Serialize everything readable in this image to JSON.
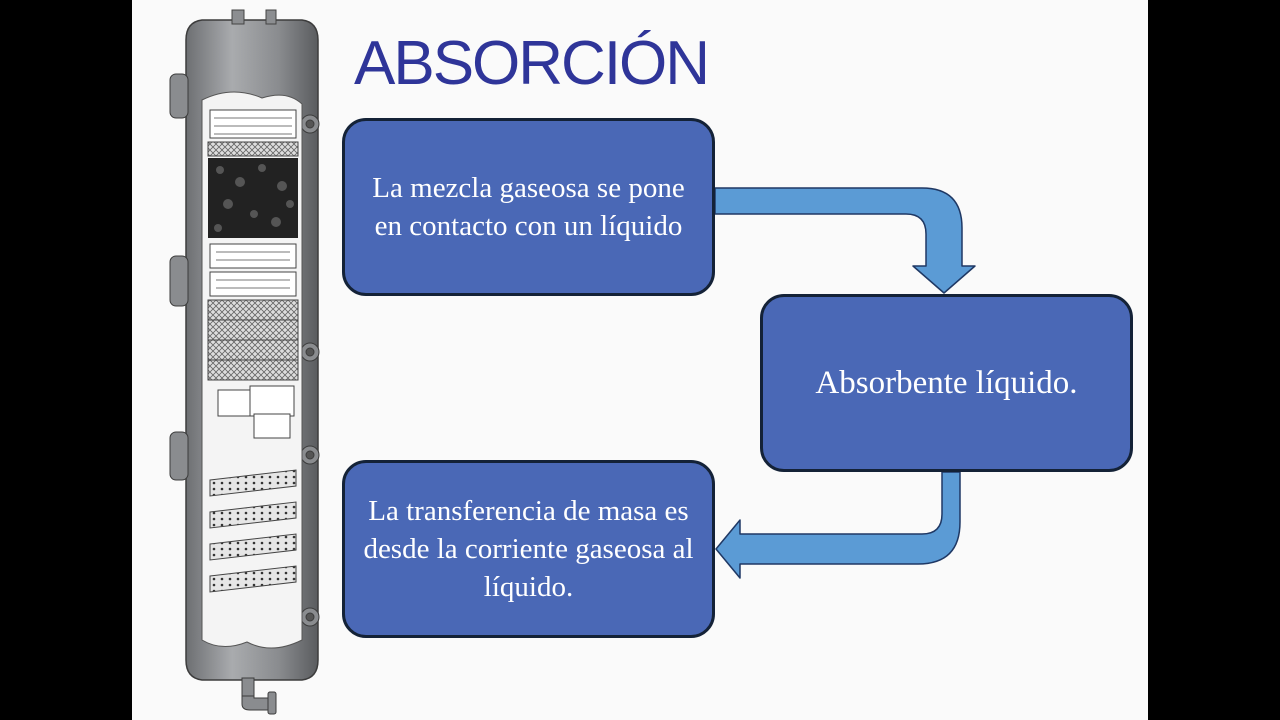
{
  "slide": {
    "title": "ABSORCIÓN",
    "boxes": {
      "gas_mixture": "La mezcla gaseosa se pone en contacto con un líquido",
      "absorbent": "Absorbente líquido.",
      "mass_transfer": "La transferencia de masa es desde la corriente gaseosa al líquido."
    }
  },
  "illustration": {
    "name": "packed-absorption-column-cutaway"
  },
  "colors": {
    "title": "#2f3599",
    "box_fill": "#4a68b6",
    "box_border": "#142237",
    "arrow_fill": "#5b9bd5",
    "arrow_outline": "#1f3864",
    "background": "#fafafa",
    "letterbox": "#000000"
  }
}
